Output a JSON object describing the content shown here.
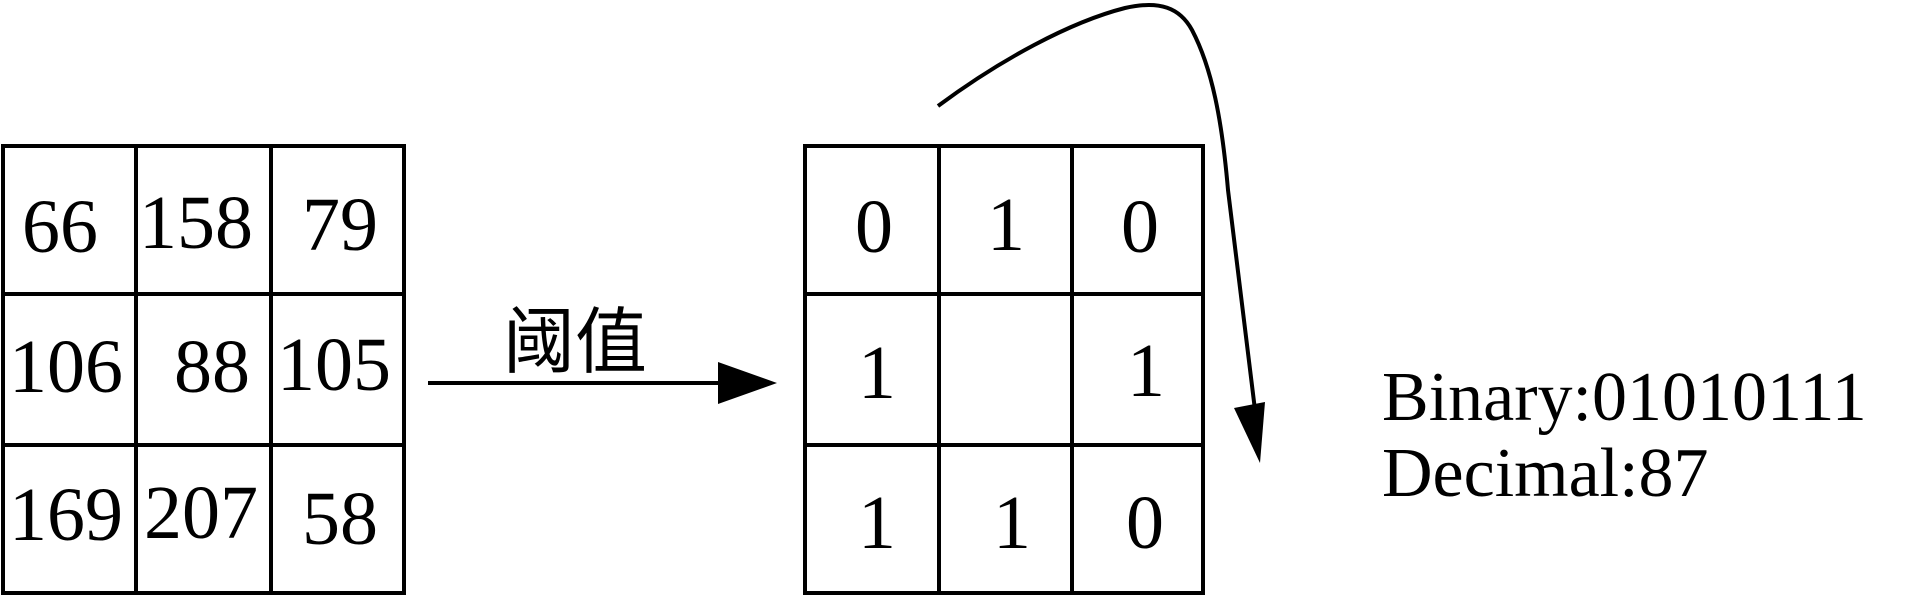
{
  "input_grid": {
    "rows": [
      [
        "66",
        "158",
        "79"
      ],
      [
        "106",
        "88",
        "105"
      ],
      [
        "169",
        "207",
        "58"
      ]
    ]
  },
  "arrow_label": "阈值",
  "binary_grid": {
    "rows": [
      [
        "0",
        "1",
        "0"
      ],
      [
        "1",
        "",
        "1"
      ],
      [
        "1",
        "1",
        "0"
      ]
    ]
  },
  "result": {
    "binary_line": "Binary:01010111",
    "decimal_line": "Decimal:87"
  },
  "colors": {
    "stroke": "#000000",
    "background": "#ffffff"
  }
}
